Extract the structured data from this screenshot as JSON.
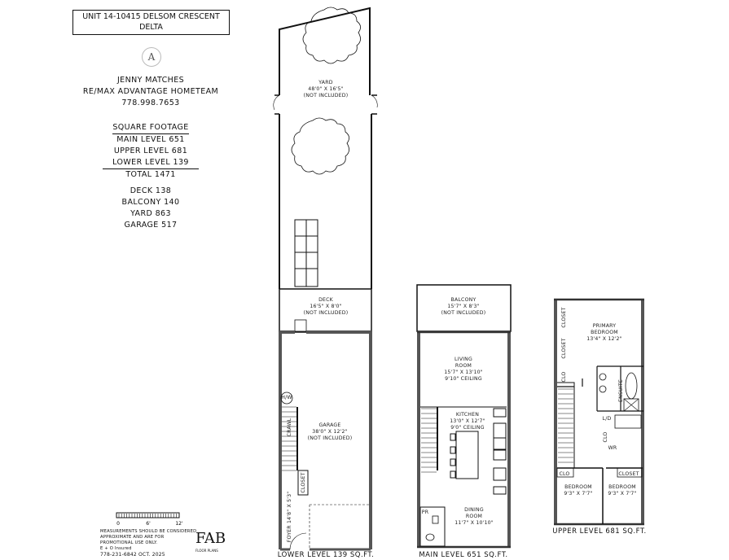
{
  "header": {
    "address_line1": "UNIT 14-10415 DELSOM CRESCENT",
    "address_line2": "DELTA",
    "logo_letter": "A"
  },
  "agent": {
    "name": "JENNY MATCHES",
    "brokerage": "RE/MAX ADVANTAGE HOMETEAM",
    "phone": "778.998.7653"
  },
  "square_footage": {
    "heading": "SQUARE FOOTAGE",
    "main": "MAIN LEVEL 651",
    "upper": "UPPER LEVEL 681",
    "lower": "LOWER LEVEL 139",
    "total": "TOTAL 1471"
  },
  "extras": [
    "DECK 138",
    "BALCONY 140",
    "YARD 863",
    "GARAGE 517"
  ],
  "scale": {
    "labels": [
      "0",
      "6'",
      "12'"
    ]
  },
  "disclaimer": [
    "MEASUREMENTS SHOULD BE CONSIDERED",
    "APPROXIMATE AND ARE FOR",
    "PROMOTIONAL USE ONLY.",
    "E + O Insured",
    "778-231-6842  OCT. 2025"
  ],
  "brand": {
    "logo": "FAB",
    "sub": "FLOOR PLANS"
  },
  "lower_level": {
    "label": "LOWER LEVEL 139 SQ.FT.",
    "yard": [
      "YARD",
      "48'0\" X 16'5\"",
      "(NOT INCLUDED)"
    ],
    "deck": [
      "DECK",
      "16'5\" X 8'0\"",
      "(NOT INCLUDED)"
    ],
    "garage": [
      "GARAGE",
      "38'0\" X 12'2\"",
      "(NOT INCLUDED)"
    ],
    "foyer": "FOYER 14'8\" X 5'3\"",
    "closet": "CLOSET",
    "crawl": "CRAWL",
    "hw": "H/W"
  },
  "main_level": {
    "label": "MAIN LEVEL 651 SQ.FT.",
    "balcony": [
      "BALCONY",
      "15'7\" X 8'3\"",
      "(NOT INCLUDED)"
    ],
    "living": [
      "LIVING",
      "ROOM",
      "15'7\" X 13'10\"",
      "9'10\" CEILING"
    ],
    "kitchen": [
      "KITCHEN",
      "13'0\" X 12'7\"",
      "9'0\" CEILING"
    ],
    "dining": [
      "DINING",
      "ROOM",
      "11'7\" X 10'10\""
    ],
    "powder": "PR"
  },
  "upper_level": {
    "label": "UPPER LEVEL 681 SQ.FT.",
    "primary": [
      "PRIMARY",
      "BEDROOM",
      "13'4\" X 12'2\""
    ],
    "ensuite": "ENSUITE",
    "closets": [
      "CLOSET",
      "CLOSET",
      "CLO",
      "CLO",
      "CLO",
      "CLOSET"
    ],
    "wr": "WR",
    "lndry": "L/D",
    "bedroom1": [
      "BEDROOM",
      "9'3\" X 7'7\""
    ],
    "bedroom2": [
      "BEDROOM",
      "9'3\" X 7'7\""
    ]
  },
  "colors": {
    "line": "#111111",
    "wall_fill": "#8a8a8a",
    "background": "#ffffff"
  }
}
